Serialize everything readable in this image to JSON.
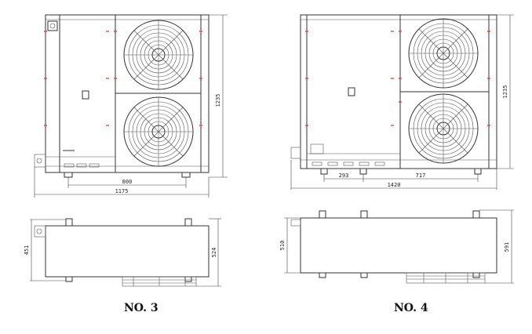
{
  "units": [
    {
      "caption": "NO. 3",
      "front_dims": {
        "height": "1235",
        "foot_spacing": "800",
        "width": "1175"
      },
      "top_dims": {
        "left_depth": "451",
        "right_depth": "524"
      }
    },
    {
      "caption": "NO. 4",
      "front_dims": {
        "height": "1235",
        "seg1": "293",
        "seg2": "717",
        "width": "1420"
      },
      "top_dims": {
        "left_depth": "510",
        "right_depth": "591"
      }
    }
  ],
  "colors": {
    "line": "#333333",
    "marker": "#e03030"
  },
  "icons": [
    "fan-guard-icon",
    "nameplate-icon",
    "terminal-box-icon"
  ]
}
